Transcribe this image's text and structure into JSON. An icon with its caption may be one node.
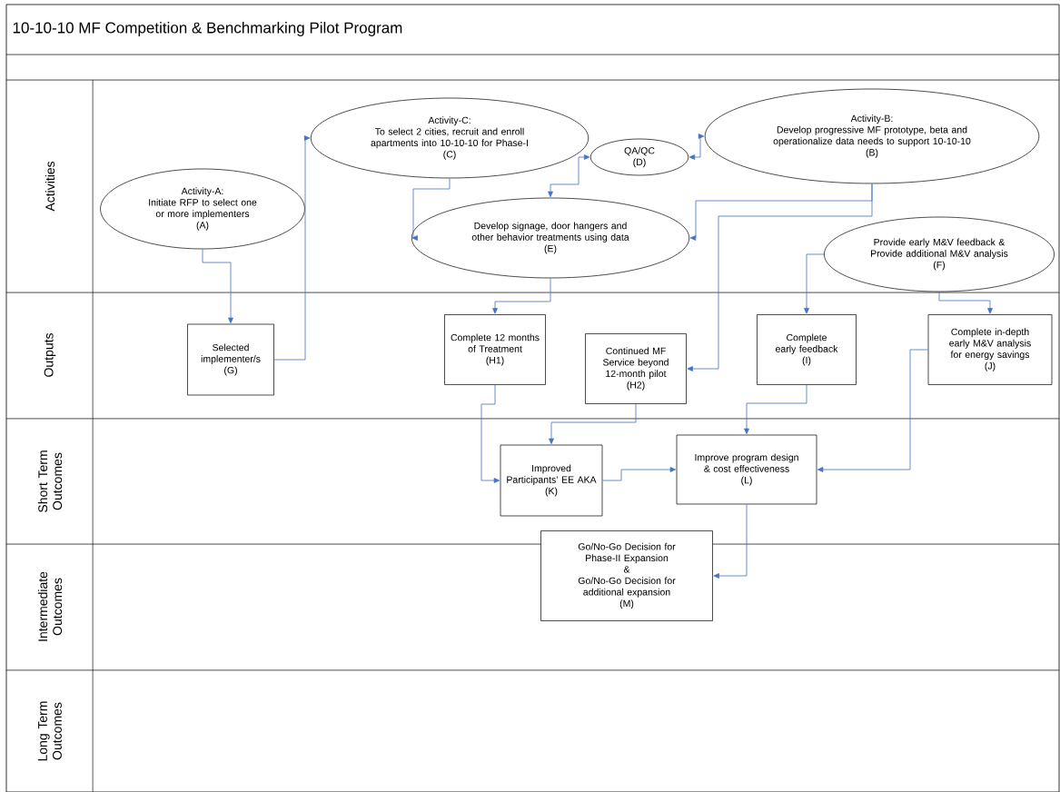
{
  "diagram": {
    "title": "10-10-10 MF Competition & Benchmarking Pilot Program",
    "nodes": [
      {
        "text": [
          "Activity-A:",
          "Initiate RFP to select one or more implementers",
          "(A)"
        ]
      },
      {
        "text": [
          "Activity-C:",
          "To select 2 cities, recruit and enroll apartments into 10-10-10 for Phase-I",
          "(C)"
        ]
      },
      {
        "text": [
          "Activity-B:",
          "Develop progressive MF prototype, beta and operationalize data needs to support 10-10-10",
          "(B)"
        ]
      },
      {
        "text": [
          "QA/QC",
          "(D)"
        ]
      },
      {
        "text": [
          "Develop signage, door hangers and other behavior treatments using data",
          "(E)"
        ]
      },
      {
        "text": [
          "Provide early M&V feedback & Provide additional M&V analysis",
          "(F)"
        ]
      },
      {
        "text": [
          "Selected implementer/s",
          "(G)"
        ]
      },
      {
        "text": [
          "Complete 12 months of Treatment",
          "(H1)"
        ]
      },
      {
        "text": [
          "Continued MF Service beyond 12-month pilot",
          "(H2)"
        ]
      },
      {
        "text": [
          "Complete early feedback",
          "(I)"
        ]
      },
      {
        "text": [
          "Complete in-depth early M&V analysis for energy savings",
          "(J)"
        ]
      },
      {
        "text": [
          "Improved Participants’ EE AKA",
          "(K)"
        ]
      },
      {
        "text": [
          "Improve program design & cost effectiveness",
          "(L)"
        ]
      },
      {
        "text": [
          "Go/No-Go Decision for Phase-II Expansion",
          "&",
          "Go/No-Go Decision for additional expansion",
          "(M)"
        ]
      }
    ],
    "edges": [
      {
        "from": 0,
        "to": 6,
        "arrow": "to"
      },
      {
        "from": 6,
        "to": 1,
        "arrow": "to"
      },
      {
        "from": 1,
        "to": 4,
        "arrow": "to"
      },
      {
        "from": 3,
        "to": 2,
        "arrow": "both"
      },
      {
        "from": 4,
        "to": 3,
        "arrow": "both"
      },
      {
        "from": 2,
        "to": 4,
        "arrow": "to"
      },
      {
        "from": 2,
        "to": 8,
        "arrow": "to"
      },
      {
        "from": 4,
        "to": 7,
        "arrow": "to"
      },
      {
        "from": 5,
        "to": 9,
        "arrow": "to"
      },
      {
        "from": 5,
        "to": 10,
        "arrow": "to"
      },
      {
        "from": 7,
        "to": 11,
        "arrow": "to"
      },
      {
        "from": 8,
        "to": 11,
        "arrow": "to"
      },
      {
        "from": 9,
        "to": 12,
        "arrow": "to"
      },
      {
        "from": 10,
        "to": 12,
        "arrow": "to"
      },
      {
        "from": 11,
        "to": 12,
        "arrow": "to"
      },
      {
        "from": 12,
        "to": 13,
        "arrow": "to"
      }
    ],
    "labels": [
      "Activities",
      "Outputs",
      "Short Term Outcomes",
      "Intermediate Outcomes",
      "Long Term Outcomes"
    ]
  }
}
